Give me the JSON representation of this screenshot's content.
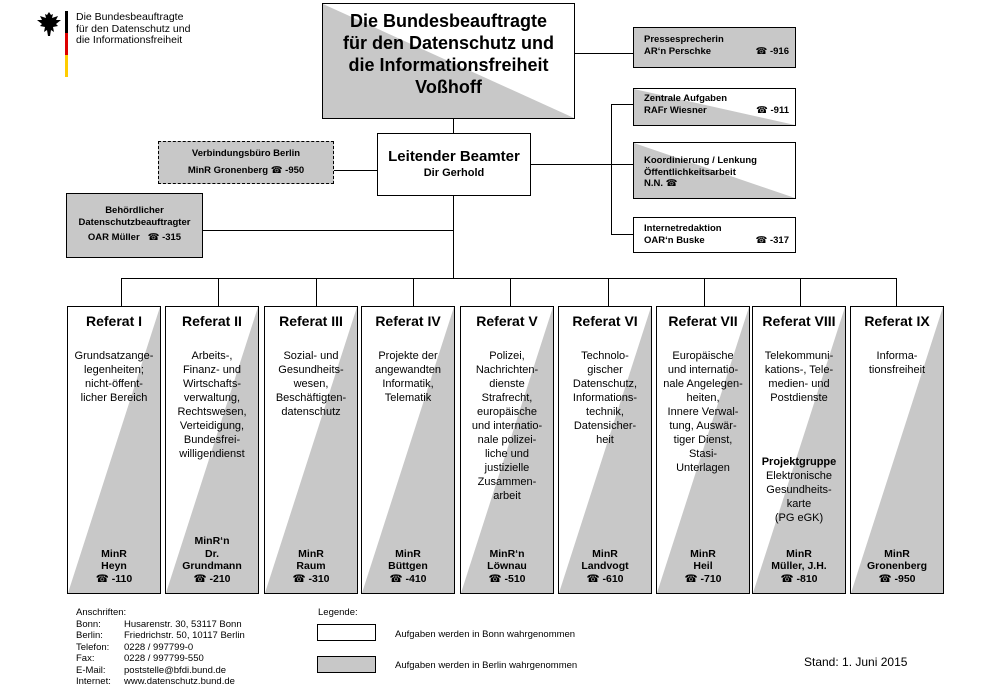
{
  "logo": {
    "line1": "Die Bundesbeauftragte",
    "line2": "für den Datenschutz und",
    "line3": "die Informationsfreiheit",
    "eagle_icon": "federal-eagle-icon",
    "flag_colors": [
      "#000000",
      "#dd0000",
      "#ffcc00"
    ]
  },
  "colors": {
    "berlin_fill": "#c8c8c8",
    "bonn_fill": "#ffffff",
    "line": "#000000"
  },
  "head": {
    "line1": "Die Bundesbeauftragte",
    "line2": "für den Datenschutz und",
    "line3": "die Informationsfreiheit",
    "name": "Voßhoff"
  },
  "leitender": {
    "title": "Leitender Beamter",
    "name": "Dir Gerhold"
  },
  "verbindung": {
    "title": "Verbindungsbüro Berlin",
    "person": "MinR Gronenberg",
    "tel": "-950"
  },
  "behoerdlicher": {
    "line1": "Behördlicher",
    "line2": "Datenschutzbeauftragter",
    "person": "OAR Müller",
    "tel": "-315"
  },
  "presse": {
    "title": "Pressesprecherin",
    "person": "AR‘n Perschke",
    "tel": "-916"
  },
  "zentrale": {
    "title": "Zentrale Aufgaben",
    "person": "RAFr Wiesner",
    "tel": "-911"
  },
  "koord": {
    "title": "Koordinierung / Lenkung",
    "line2": "Öffentlichkeitsarbeit",
    "person": "N.N."
  },
  "internet": {
    "title": "Internetredaktion",
    "person": "OAR‘n Buske",
    "tel": "-317"
  },
  "phone_icon": "☎",
  "referate": [
    {
      "title": "Referat I",
      "desc": [
        "Grundsatzange-",
        "legenheiten;",
        "nicht-öffent-",
        "licher Bereich"
      ],
      "extra": [],
      "head": [
        "MinR",
        "Heyn"
      ],
      "tel": "-110"
    },
    {
      "title": "Referat II",
      "desc": [
        "Arbeits-,",
        "Finanz- und",
        "Wirtschafts-",
        "verwaltung,",
        "Rechtswesen,",
        "Verteidigung,",
        "Bundesfrei-",
        "willigendienst"
      ],
      "extra": [],
      "head": [
        "MinR‘n",
        "Dr.",
        "Grundmann"
      ],
      "tel": "-210"
    },
    {
      "title": "Referat III",
      "desc": [
        "Sozial- und",
        "Gesundheits-",
        "wesen,",
        "Beschäftigten-",
        "datenschutz"
      ],
      "extra": [],
      "head": [
        "MinR",
        "Raum"
      ],
      "tel": "-310"
    },
    {
      "title": "Referat IV",
      "desc": [
        "Projekte der",
        "angewandten",
        "Informatik,",
        "Telematik"
      ],
      "extra": [],
      "head": [
        "MinR",
        "Büttgen"
      ],
      "tel": "-410"
    },
    {
      "title": "Referat V",
      "desc": [
        "Polizei,",
        "Nachrichten-",
        "dienste",
        "Strafrecht,",
        "europäische",
        "und internatio-",
        "nale polizei-",
        "liche und",
        "justizielle",
        "Zusammen-",
        "arbeit"
      ],
      "extra": [],
      "head": [
        "MinR‘n",
        "Löwnau"
      ],
      "tel": "-510"
    },
    {
      "title": "Referat VI",
      "desc": [
        "Technolo-",
        "gischer",
        "Datenschutz,",
        "Informations-",
        "technik,",
        "Datensicher-",
        "heit"
      ],
      "extra": [],
      "head": [
        "MinR",
        "Landvogt"
      ],
      "tel": "-610"
    },
    {
      "title": "Referat VII",
      "desc": [
        "Europäische",
        "und internatio-",
        "nale Angelegen-",
        "heiten,",
        "Innere Verwal-",
        "tung, Auswär-",
        "tiger Dienst,",
        "Stasi-",
        "Unterlagen"
      ],
      "extra": [],
      "head": [
        "MinR",
        "Heil"
      ],
      "tel": "-710"
    },
    {
      "title": "Referat VIII",
      "desc": [
        "Telekommuni-",
        "kations-, Tele-",
        "medien- und",
        "Postdienste"
      ],
      "extra_title": "Projektgruppe",
      "extra": [
        "Elektronische",
        "Gesundheits-",
        "karte",
        "(PG eGK)"
      ],
      "head": [
        "MinR",
        "Müller, J.H."
      ],
      "tel": "-810"
    },
    {
      "title": "Referat IX",
      "desc": [
        "Informa-",
        "tionsfreiheit"
      ],
      "extra": [],
      "head": [
        "MinR",
        "Gronenberg"
      ],
      "tel": "-950"
    }
  ],
  "addresses": {
    "title": "Anschriften:",
    "rows": [
      [
        "Bonn:",
        "Husarenstr. 30,  53117 Bonn"
      ],
      [
        "Berlin:",
        "Friedrichstr. 50, 10117 Berlin"
      ],
      [
        "Telefon:",
        "0228 / 997799-0"
      ],
      [
        "Fax:",
        "0228 / 997799-550"
      ],
      [
        "E-Mail:",
        "poststelle@bfdi.bund.de"
      ],
      [
        "Internet:",
        "www.datenschutz.bund.de"
      ]
    ]
  },
  "legend": {
    "title": "Legende:",
    "bonn": "Aufgaben werden in Bonn wahrgenommen",
    "berlin": "Aufgaben werden in Berlin wahrgenommen"
  },
  "stand": "Stand:  1. Juni 2015"
}
